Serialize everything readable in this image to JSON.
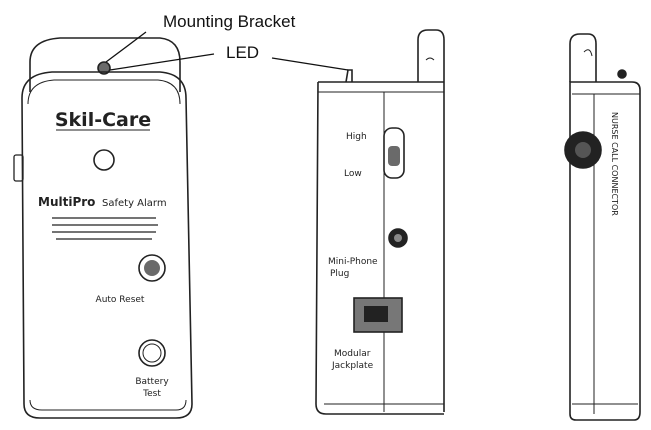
{
  "callouts": {
    "mounting_bracket": "Mounting Bracket",
    "led": "LED"
  },
  "front_view": {
    "brand": "Skil-Care",
    "product_name": "MultiPro",
    "product_desc": "Safety Alarm",
    "auto_reset_label": "Auto Reset",
    "battery_test_label_1": "Battery",
    "battery_test_label_2": "Test"
  },
  "side_view": {
    "switch_high": "High",
    "switch_low": "Low",
    "mini_plug_label_1": "Mini-Phone",
    "mini_plug_label_2": "Plug",
    "modular_jack_label_1": "Modular",
    "modular_jack_label_2": "Jackplate"
  },
  "back_view": {
    "nurse_call_label": "NURSE CALL CONNECTOR"
  },
  "colors": {
    "ink": "#222222",
    "paper": "#ffffff",
    "shade": "#6a6a6a"
  }
}
